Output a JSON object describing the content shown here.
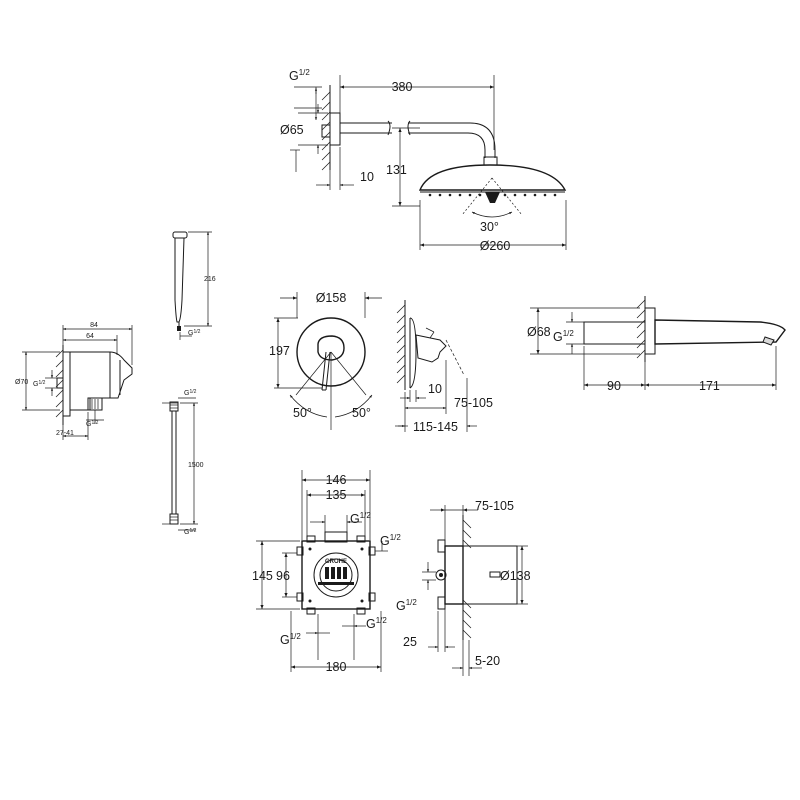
{
  "headshower": {
    "thread": "G",
    "thread_frac": "1/2",
    "length": "380",
    "diameter_flange": "Ø65",
    "wall_gap": "10",
    "height": "131",
    "angle": "30°",
    "diameter_head": "Ø260"
  },
  "wall_outlet": {
    "width_total": "84",
    "width_inner": "64",
    "diameter": "Ø70",
    "thread": "G",
    "thread_frac": "1/2",
    "thread2": "G",
    "thread2_frac": "1/2",
    "range": "27-41"
  },
  "hand_shower": {
    "length": "216",
    "thread": "G",
    "thread_frac": "1/2"
  },
  "hose": {
    "thread_top": "G",
    "thread_top_frac": "1/2",
    "length": "1500",
    "thread_bottom": "G",
    "thread_bottom_frac": "1/2"
  },
  "trim_plate": {
    "diameter": "Ø158",
    "height": "197",
    "angle_left": "50°",
    "angle_right": "50°"
  },
  "trim_side": {
    "projection": "10",
    "range_a": "75-105",
    "range_b": "115-145"
  },
  "spout": {
    "diameter": "Ø68",
    "thread": "G",
    "thread_frac": "1/2",
    "length_a": "90",
    "length_b": "171"
  },
  "rough_in_front": {
    "width_outer": "146",
    "width_inner": "135",
    "thread_top": "G",
    "thread_top_frac": "1/2",
    "thread_right": "G",
    "thread_right_frac": "1/2",
    "height_outer": "145",
    "height_inner": "96",
    "thread_bl": "G",
    "thread_bl_frac": "1/2",
    "thread_br": "G",
    "thread_br_frac": "1/2",
    "width_bottom": "180",
    "brand": "GROHE"
  },
  "rough_in_side": {
    "range_top": "75-105",
    "diameter": "Ø138",
    "thread": "G",
    "thread_frac": "1/2",
    "depth": "25",
    "range_bottom": "5-20"
  }
}
